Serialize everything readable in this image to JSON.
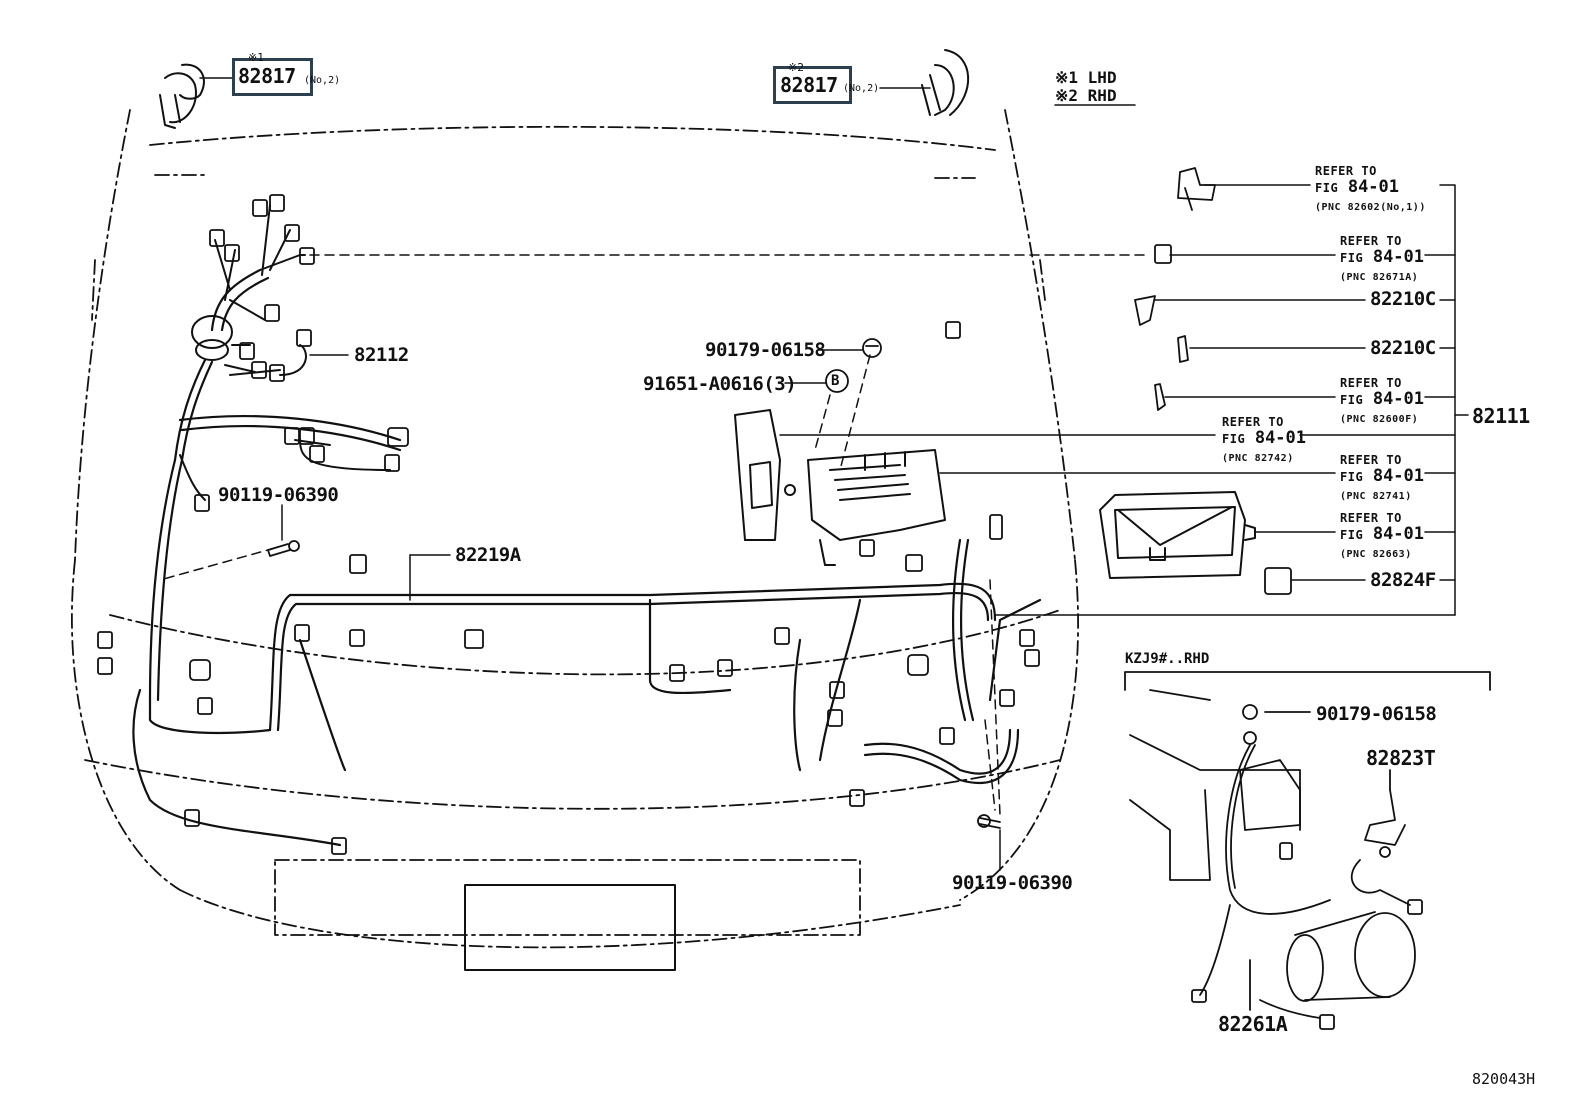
{
  "highlighted": [
    "82817",
    "82817"
  ],
  "legend": {
    "lhd": "※1 LHD",
    "rhd": "※2 RHD"
  },
  "top_callouts": {
    "left": {
      "mark": "※1",
      "part": "82817",
      "suffix": "(No,2)"
    },
    "right": {
      "mark": "※2",
      "part": "82817",
      "suffix": "(No,2)"
    }
  },
  "parts": {
    "p82112": "82112",
    "p90119_a": "90119-06390",
    "p82219A": "82219A",
    "p90179_a": "90179-06158",
    "p91651": "91651-A0616(3)",
    "circle_b": "B",
    "p82210C_1": "82210C",
    "p82210C_2": "82210C",
    "p82111": "82111",
    "p82824F": "82824F",
    "p90119_b": "90119-06390"
  },
  "refer": [
    {
      "t": "REFER TO",
      "f": "FIG",
      "n": "84-01",
      "p": "(PNC 82602(No,1))"
    },
    {
      "t": "REFER TO",
      "f": "FIG",
      "n": "84-01",
      "p": "(PNC 82671A)"
    },
    {
      "t": "REFER TO",
      "f": "FIG",
      "n": "84-01",
      "p": "(PNC 82600F)"
    },
    {
      "t": "REFER TO",
      "f": "FIG",
      "n": "84-01",
      "p": "(PNC 82742)"
    },
    {
      "t": "REFER TO",
      "f": "FIG",
      "n": "84-01",
      "p": "(PNC 82741)"
    },
    {
      "t": "REFER TO",
      "f": "FIG",
      "n": "84-01",
      "p": "(PNC 82663)"
    }
  ],
  "inset": {
    "title": "KZJ9#..RHD",
    "p90179": "90179-06158",
    "p82823T": "82823T",
    "p82261A": "82261A"
  },
  "figure_id": "820043H"
}
